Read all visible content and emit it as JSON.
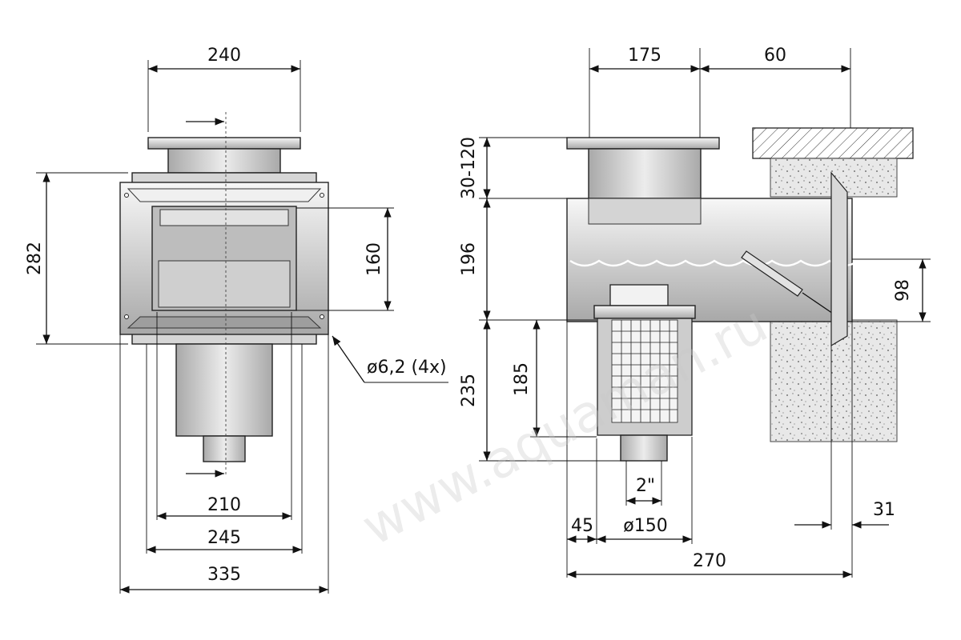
{
  "front_view": {
    "flange_width": "240",
    "body_height": "282",
    "opening_height": "160",
    "hole_spec": "ø6,2 (4x)",
    "opening_width": "210",
    "outer_width_a": "245",
    "outer_width_b": "335"
  },
  "side_view": {
    "flange_width": "175",
    "wall_offset": "60",
    "adjustable_height": "30-120",
    "body_height": "196",
    "water_level": "98",
    "basket_depth": "185",
    "total_depth": "235",
    "pipe_size": "2\"",
    "offset": "45",
    "basket_diameter": "ø150",
    "wall_thickness": "31",
    "total_length": "270"
  },
  "watermark": "www.aquaman.ru",
  "colors": {
    "metal_light": "#ececec",
    "metal_mid": "#cfcfcf",
    "metal_dark": "#a9a9a9",
    "concrete": "#e6e6e6"
  }
}
